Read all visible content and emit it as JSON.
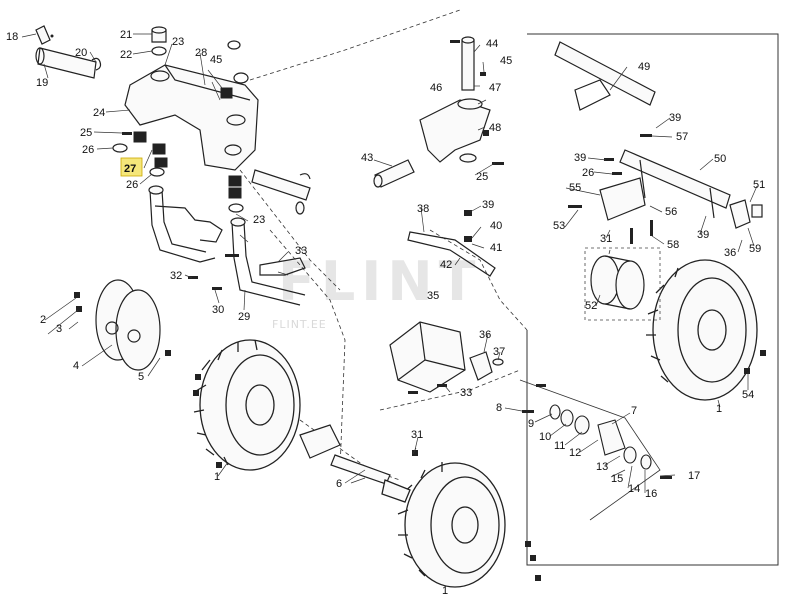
{
  "watermark": {
    "brand": "FLINT",
    "site": "FLINT.EE"
  },
  "highlight_color": "#f5e67a",
  "callouts": {
    "c1a": "1",
    "c1b": "1",
    "c1c": "1",
    "c2": "2",
    "c3": "3",
    "c4": "4",
    "c5": "5",
    "c6": "6",
    "c7": "7",
    "c8": "8",
    "c9": "9",
    "c10": "10",
    "c11": "11",
    "c12": "12",
    "c13": "13",
    "c14": "14",
    "c15": "15",
    "c16": "16",
    "c17": "17",
    "c18": "18",
    "c19": "19",
    "c20": "20",
    "c21": "21",
    "c22": "22",
    "c23a": "23",
    "c23b": "23",
    "c24": "24",
    "c25a": "25",
    "c25b": "25",
    "c26a": "26",
    "c26b": "26",
    "c27": "27",
    "c28": "28",
    "c29": "29",
    "c30": "30",
    "c31a": "31",
    "c31b": "31",
    "c32": "32",
    "c33a": "33",
    "c33b": "33",
    "c35": "35",
    "c36a": "36",
    "c36b": "36",
    "c37": "37",
    "c38": "38",
    "c39a": "39",
    "c39b": "39",
    "c39c": "39",
    "c39d": "39",
    "c40": "40",
    "c41": "41",
    "c42": "42",
    "c43": "43",
    "c44": "44",
    "c45a": "45",
    "c45b": "45",
    "c46": "46",
    "c47": "47",
    "c48": "48",
    "c49": "49",
    "c50": "50",
    "c51": "51",
    "c52": "52",
    "c53": "53",
    "c54": "54",
    "c55": "55",
    "c56": "56",
    "c57": "57",
    "c58": "58",
    "c59": "59"
  }
}
